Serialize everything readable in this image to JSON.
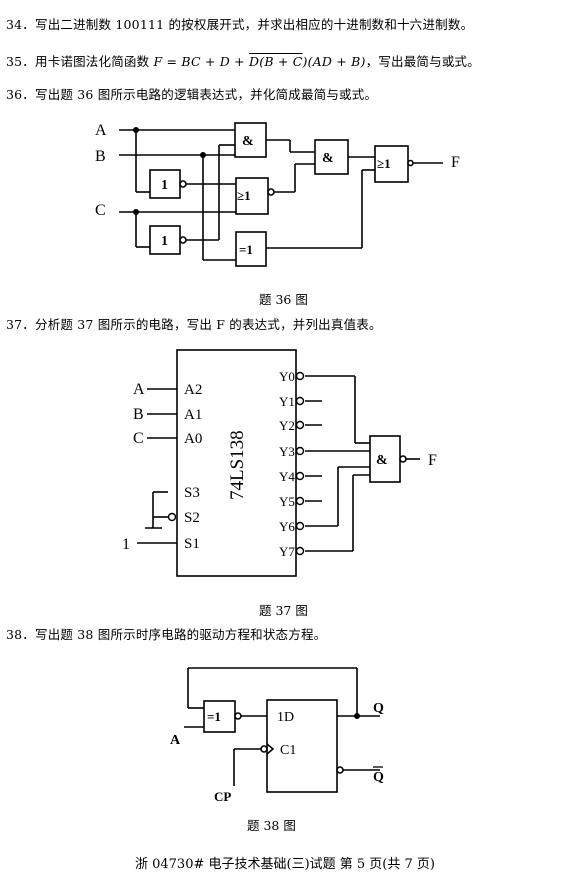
{
  "questions": {
    "q34": "34．写出二进制数 100111 的按权展开式，并求出相应的十进制数和十六进制数。",
    "q35_prefix": "35．用卡诺图法化简函数 ",
    "q35_formula_a": "F = BC + D + ",
    "q35_formula_d": "D",
    "q35_formula_b": "(",
    "q35_formula_bbar": "B",
    "q35_formula_plus": " + ",
    "q35_formula_cbar": "C",
    "q35_formula_c": ")(AD + B)",
    "q35_suffix": "，写出最简与或式。",
    "q36": "36．写出题 36 图所示电路的逻辑表达式，并化简成最简与或式。",
    "q37": "37．分析题 37 图所示的电路，写出 F 的表达式，并列出真值表。",
    "q38": "38．写出题 38 图所示时序电路的驱动方程和状态方程。"
  },
  "captions": {
    "fig36": "题 36 图",
    "fig37": "题 37 图",
    "fig38": "题 38 图"
  },
  "fig36": {
    "inputs": [
      "A",
      "B",
      "C"
    ],
    "output": "F",
    "gates": {
      "and1": "&",
      "and2": "&",
      "or_in": "≥1",
      "or_out": "≥1",
      "not1": "1",
      "not2": "1",
      "xor": "=1"
    }
  },
  "fig37": {
    "chip": "74LS138",
    "inputs": [
      "A",
      "B",
      "C",
      "1"
    ],
    "pins_in": [
      "A2",
      "A1",
      "A0",
      "S3",
      "S2",
      "S1"
    ],
    "pins_out": [
      "Y0",
      "Y1",
      "Y2",
      "Y3",
      "Y4",
      "Y5",
      "Y6",
      "Y7"
    ],
    "gate": "&",
    "output": "F"
  },
  "fig38": {
    "xor": "=1",
    "ff_d": "1D",
    "ff_c": "C1",
    "input_a": "A",
    "input_cp": "CP",
    "out_q": "Q",
    "out_qbar": "Q"
  },
  "footer": "浙 04730# 电子技术基础(三)试题 第 5 页(共 7 页)"
}
